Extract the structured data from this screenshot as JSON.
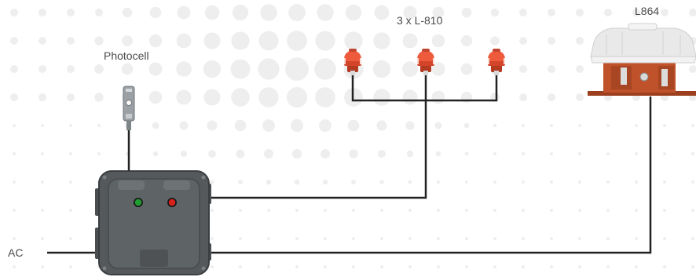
{
  "labels": {
    "photocell": "Photocell",
    "l810": "3 x L-810",
    "l864": "L864",
    "ac": "AC"
  },
  "colors": {
    "dots": "#eeeeee",
    "wire": "#222222",
    "enclosure": "#55595c",
    "enclosure_edge": "#3a3e41",
    "light_red": "#d2452a",
    "light_cap": "#ee5a3c",
    "beacon_dome": "#e9e9e9",
    "beacon_base": "#c0522b",
    "indicator_green": "#1f9e2f",
    "indicator_red": "#d8201c",
    "photocell_body": "#9aa0a4"
  },
  "icons": {
    "photocell": "photocell-sensor-icon",
    "l810": "obstruction-light-icon",
    "l864": "beacon-light-icon",
    "enclosure": "control-enclosure-icon"
  }
}
